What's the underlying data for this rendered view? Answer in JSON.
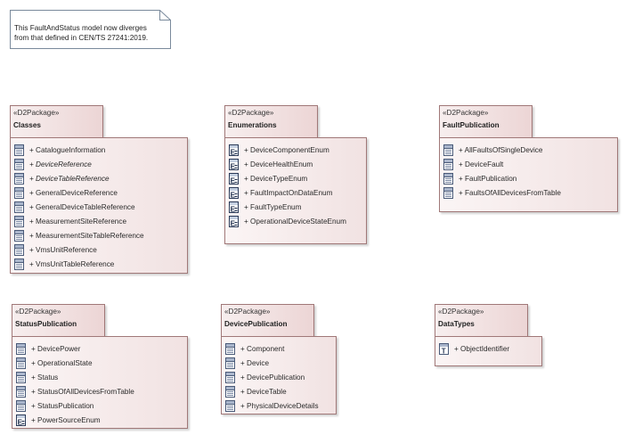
{
  "note": {
    "lines": [
      "This FaultAndStatus model now diverges",
      "from that defined in CEN/TS 27241:2019."
    ]
  },
  "packages": [
    {
      "stereotype": "«D2Package»",
      "name": "Classes",
      "items": [
        {
          "label": "+ CatalogueInformation",
          "icon": "class-icon"
        },
        {
          "label": "+ DeviceReference",
          "icon": "class-icon"
        },
        {
          "label": "+ DeviceTableReference",
          "icon": "class-icon"
        },
        {
          "label": "+ GeneralDeviceReference",
          "icon": "class-icon"
        },
        {
          "label": "+ GeneralDeviceTableReference",
          "icon": "class-icon"
        },
        {
          "label": "+ MeasurementSiteReference",
          "icon": "class-icon"
        },
        {
          "label": "+ MeasurementSiteTableReference",
          "icon": "class-icon"
        },
        {
          "label": "+ VmsUnitReference",
          "icon": "class-icon"
        },
        {
          "label": "+ VmsUnitTableReference",
          "icon": "class-icon"
        }
      ]
    },
    {
      "stereotype": "«D2Package»",
      "name": "Enumerations",
      "items": [
        {
          "label": "+ DeviceComponentEnum",
          "icon": "enumeration-icon"
        },
        {
          "label": "+ DeviceHealthEnum",
          "icon": "enumeration-icon"
        },
        {
          "label": "+ DeviceTypeEnum",
          "icon": "enumeration-icon"
        },
        {
          "label": "+ FaultImpactOnDataEnum",
          "icon": "enumeration-icon"
        },
        {
          "label": "+ FaultTypeEnum",
          "icon": "enumeration-icon"
        },
        {
          "label": "+ OperationalDeviceStateEnum",
          "icon": "enumeration-icon"
        }
      ]
    },
    {
      "stereotype": "«D2Package»",
      "name": "FaultPublication",
      "items": [
        {
          "label": "+ AllFaultsOfSingleDevice",
          "icon": "class-icon"
        },
        {
          "label": "+ DeviceFault",
          "icon": "class-icon"
        },
        {
          "label": "+ FaultPublication",
          "icon": "class-icon"
        },
        {
          "label": "+ FaultsOfAllDevicesFromTable",
          "icon": "class-icon"
        }
      ]
    },
    {
      "stereotype": "«D2Package»",
      "name": "StatusPublication",
      "items": [
        {
          "label": "+ DevicePower",
          "icon": "class-icon"
        },
        {
          "label": "+ OperationalState",
          "icon": "class-icon"
        },
        {
          "label": "+ Status",
          "icon": "class-icon"
        },
        {
          "label": "+ StatusOfAllDevicesFromTable",
          "icon": "class-icon"
        },
        {
          "label": "+ StatusPublication",
          "icon": "class-icon"
        },
        {
          "label": "+ PowerSourceEnum",
          "icon": "enumeration-icon"
        }
      ]
    },
    {
      "stereotype": "«D2Package»",
      "name": "DevicePublication",
      "items": [
        {
          "label": "+ Component",
          "icon": "class-icon"
        },
        {
          "label": "+ Device",
          "icon": "class-icon"
        },
        {
          "label": "+ DevicePublication",
          "icon": "class-icon"
        },
        {
          "label": "+ DeviceTable",
          "icon": "class-icon"
        },
        {
          "label": "+ PhysicalDeviceDetails",
          "icon": "class-icon"
        }
      ]
    },
    {
      "stereotype": "«D2Package»",
      "name": "DataTypes",
      "items": [
        {
          "label": "+ ObjectIdentifier",
          "icon": "datatype-icon"
        }
      ]
    }
  ]
}
